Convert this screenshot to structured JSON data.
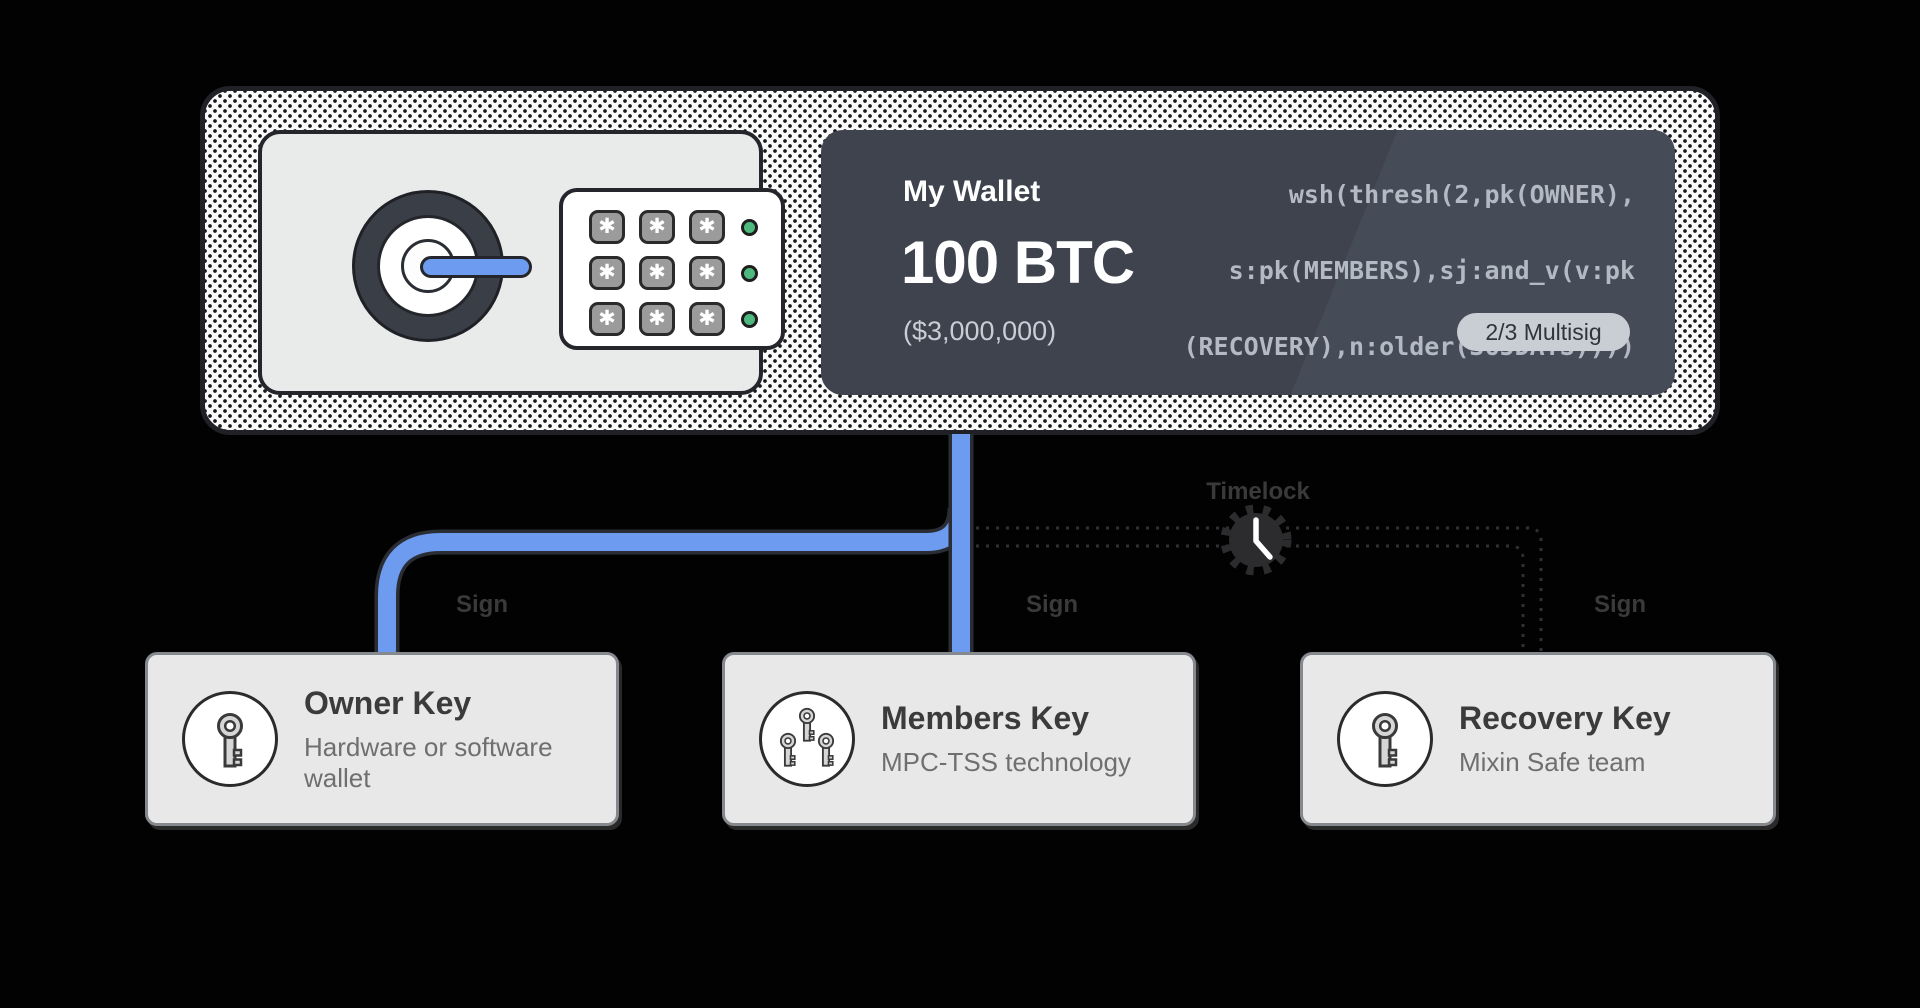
{
  "colors": {
    "background": "#020202",
    "accent_blue": "#6d9bef",
    "dashed_line": "#2f3033",
    "card_dark": "#3e434d",
    "led_green": "#4db97e",
    "badge_bg": "#c9cdd4"
  },
  "vault": {
    "icons": [
      "dial-icon",
      "dial-handle-icon",
      "keypad-icon"
    ],
    "keypad": {
      "button_glyph": "✱",
      "led_count": 3
    },
    "wallet_card": {
      "title": "My Wallet",
      "balance": "100 BTC",
      "fiat": "($3,000,000)",
      "policy_lines": [
        "wsh(thresh(2,pk(OWNER),",
        "s:pk(MEMBERS),sj:and_v(v:pk",
        "(RECOVERY),n:older(365DAYS))))"
      ],
      "badge": "2/3 Multisig"
    }
  },
  "connectors": {
    "owner_label": "Sign",
    "members_label": "Sign",
    "recovery_label": "Sign",
    "timelock_label": "Timelock",
    "timelock_icon": "clock-icon"
  },
  "key_cards": [
    {
      "title": "Owner Key",
      "subtitle": "Hardware or software wallet",
      "icon": "key-icon"
    },
    {
      "title": "Members Key",
      "subtitle": "MPC-TSS technology",
      "icon": "keys-icon"
    },
    {
      "title": "Recovery Key",
      "subtitle": "Mixin Safe team",
      "icon": "key-icon"
    }
  ]
}
